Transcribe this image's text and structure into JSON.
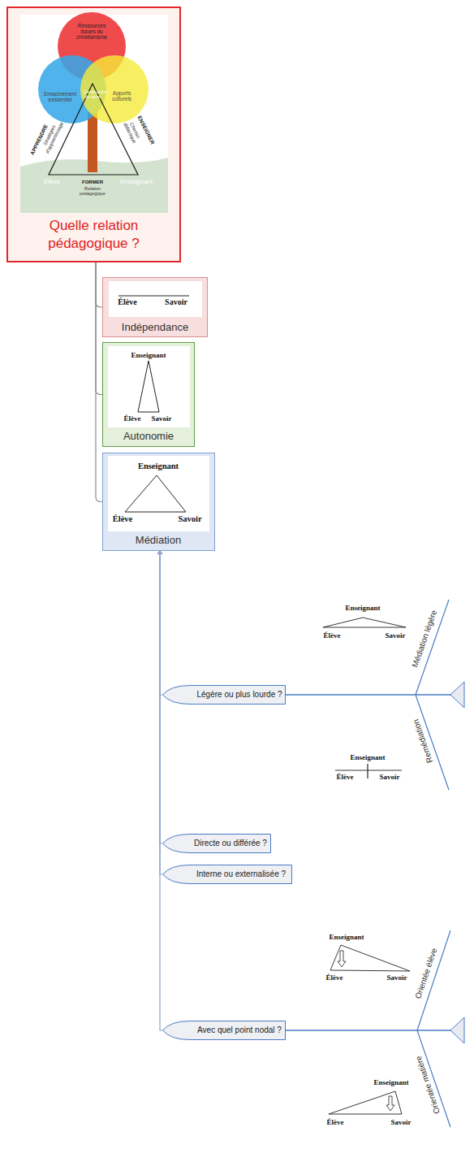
{
  "diagram": {
    "nodes": [
      {
        "text": [
          "Construction du sens",
          "APPRENDRE",
          "Stratégies d'apprentissage",
          "ENSEIGNER",
          "Chemin didactique",
          "FORMER",
          "Relation pédagogique",
          "Élève",
          "Enseignant",
          "Quelle relation pédagogique ?"
        ]
      },
      {
        "text": [
          "Ressources issues du christianisme"
        ],
        "in": 0
      },
      {
        "text": [
          "Enracinement existentiel"
        ],
        "in": 0
      },
      {
        "text": [
          "Apports culturels"
        ],
        "in": 0
      },
      {
        "text": [
          "Élève",
          "Savoir",
          "Indépendance"
        ]
      },
      {
        "text": [
          "Enseignant",
          "Élève",
          "Savoir",
          "Autonomie"
        ]
      },
      {
        "text": [
          "Enseignant",
          "Élève",
          "Savoir",
          "Médiation"
        ]
      },
      {
        "text": [
          "Légère ou plus lourde ?"
        ]
      },
      {
        "text": [
          "Directe ou différée ?"
        ]
      },
      {
        "text": [
          "Interne ou externalisée ?"
        ]
      },
      {
        "text": [
          "Avec quel point nodal ?"
        ]
      }
    ],
    "edges": [
      {
        "from": 0,
        "to": 4,
        "arrow": "none"
      },
      {
        "from": 0,
        "to": 5,
        "arrow": "none"
      },
      {
        "from": 0,
        "to": 6,
        "arrow": "none"
      },
      {
        "from": 7,
        "to": 6,
        "arrow": "to"
      },
      {
        "from": 8,
        "to": 6,
        "arrow": "to"
      },
      {
        "from": 9,
        "to": 6,
        "arrow": "to"
      },
      {
        "from": 10,
        "to": 6,
        "arrow": "to"
      }
    ],
    "labels": [
      "Enseignant",
      "Élève",
      "Savoir",
      "Médiation légère",
      "Enseignant",
      "Élève",
      "Savoir",
      "Remédiation",
      "Enseignant",
      "Élève",
      "Savoir",
      "Orientée élève",
      "Enseignant",
      "Élève",
      "Savoir",
      "Orientée matière"
    ]
  }
}
